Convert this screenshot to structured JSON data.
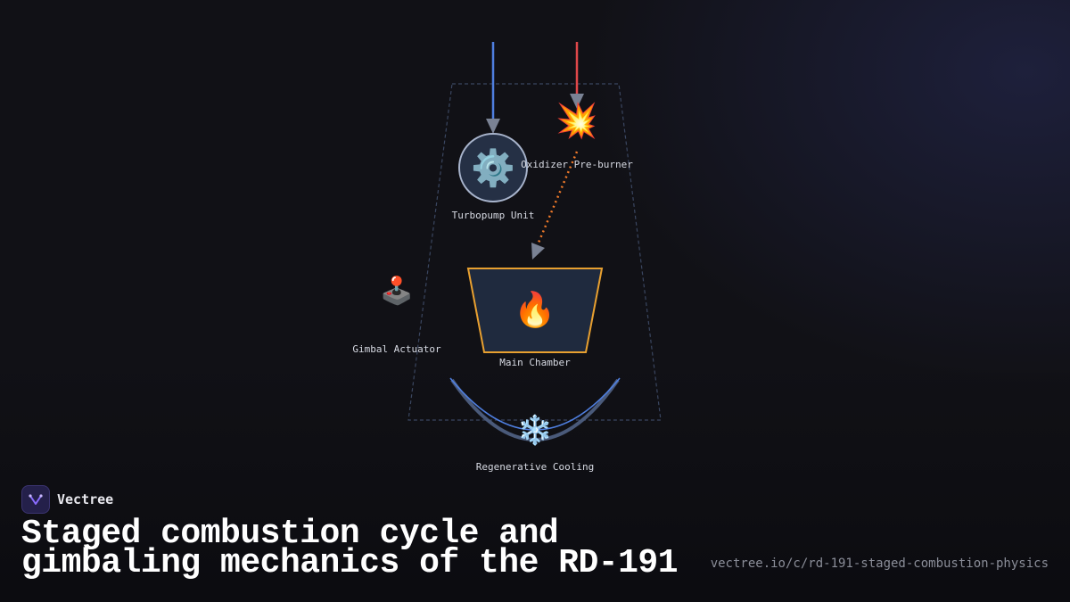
{
  "diagram": {
    "nodes": {
      "turbopump": {
        "label": "Turbopump Unit",
        "icon": "⚙️"
      },
      "preburner": {
        "label": "Oxidizer Pre-burner",
        "icon": "💥"
      },
      "chamber": {
        "label": "Main Chamber",
        "icon": "🔥"
      },
      "gimbal": {
        "label": "Gimbal Actuator",
        "icon": "🕹️"
      },
      "cooling": {
        "label": "Regenerative Cooling",
        "icon": "❄️"
      }
    },
    "colors": {
      "fuel_line": "#4f7fe0",
      "oxidizer_line": "#e0484a",
      "flow_dotted": "#f07a2a",
      "chamber_outline": "#e8a030",
      "nozzle_outline": "#4a5a7a",
      "accent": "#7c5cff"
    }
  },
  "brand": {
    "name": "Vectree"
  },
  "footer": {
    "title_line1": "Staged combustion cycle and",
    "title_line2": "gimbaling mechanics of the RD-191",
    "url": "vectree.io/c/rd-191-staged-combustion-physics"
  }
}
